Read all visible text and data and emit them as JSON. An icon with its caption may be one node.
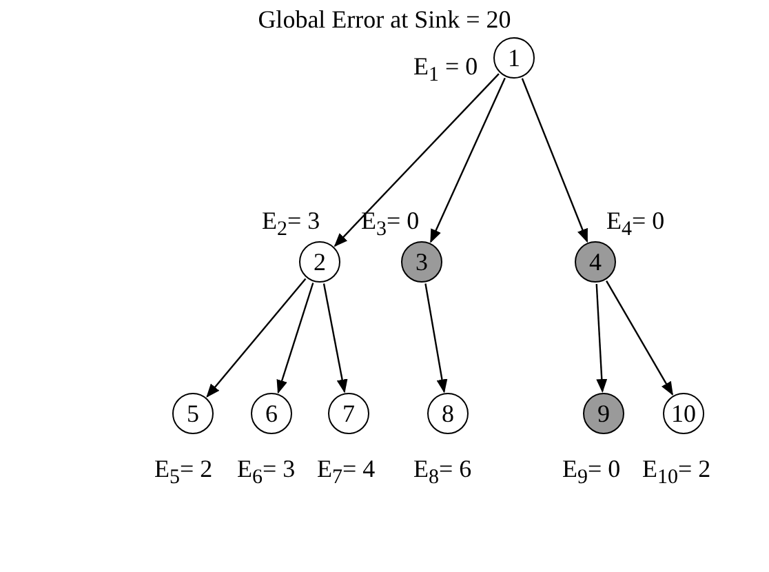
{
  "diagram": {
    "title": "Global Error at Sink = 20",
    "nodes": [
      {
        "text": [
          "1"
        ],
        "beside": [
          "E$_{1}$ = 0"
        ]
      },
      {
        "text": [
          "2"
        ],
        "beside": [
          "E$_{2}$= 3"
        ]
      },
      {
        "text": [
          "3"
        ],
        "beside": [
          "E$_{3}$= 0"
        ]
      },
      {
        "text": [
          "4"
        ],
        "beside": [
          "E$_{4}$= 0"
        ]
      },
      {
        "text": [
          "5"
        ],
        "beside": [
          "E$_{5}$= 2"
        ]
      },
      {
        "text": [
          "6"
        ],
        "beside": [
          "E$_{6}$= 3"
        ]
      },
      {
        "text": [
          "7"
        ],
        "beside": [
          "E$_{7}$= 4"
        ]
      },
      {
        "text": [
          "8"
        ],
        "beside": [
          "E$_{8}$= 6"
        ]
      },
      {
        "text": [
          "9"
        ],
        "beside": [
          "E$_{9}$= 0"
        ]
      },
      {
        "text": [
          "10"
        ],
        "beside": [
          "E$_{10}$= 2"
        ]
      }
    ],
    "edges": [
      {
        "from": 0,
        "to": 1,
        "arrow": "to"
      },
      {
        "from": 0,
        "to": 2,
        "arrow": "to"
      },
      {
        "from": 0,
        "to": 3,
        "arrow": "to"
      },
      {
        "from": 1,
        "to": 4,
        "arrow": "to"
      },
      {
        "from": 1,
        "to": 5,
        "arrow": "to"
      },
      {
        "from": 1,
        "to": 6,
        "arrow": "to"
      },
      {
        "from": 2,
        "to": 7,
        "arrow": "to"
      },
      {
        "from": 3,
        "to": 8,
        "arrow": "to"
      },
      {
        "from": 3,
        "to": 9,
        "arrow": "to"
      }
    ]
  }
}
